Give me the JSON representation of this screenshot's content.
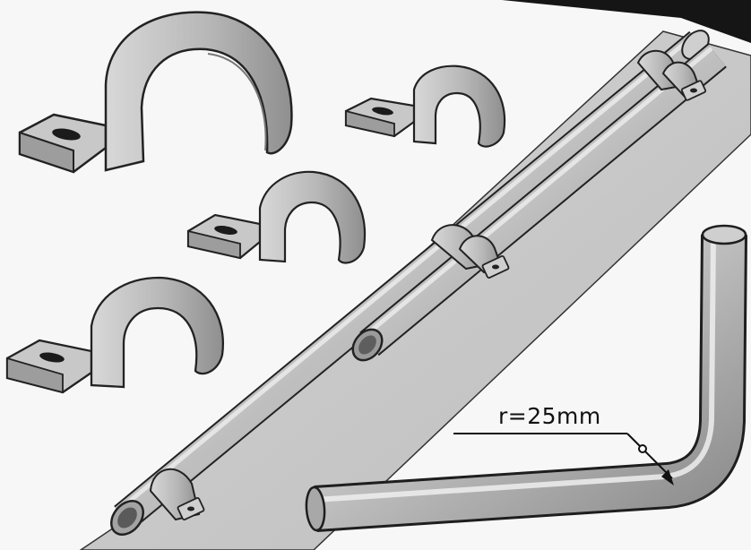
{
  "annotation": {
    "radius_label": "r=25mm"
  },
  "colors": {
    "ink": "#141414",
    "metal": "#bcbcbc",
    "metal_light": "#dcdcdc",
    "metal_dark": "#8a8a8a",
    "surface": "#c9c9c9",
    "background": "#f7f7f7"
  },
  "parts": [
    {
      "name": "pipe-clip"
    },
    {
      "name": "conduit-pipe"
    },
    {
      "name": "bent-pipe"
    }
  ]
}
